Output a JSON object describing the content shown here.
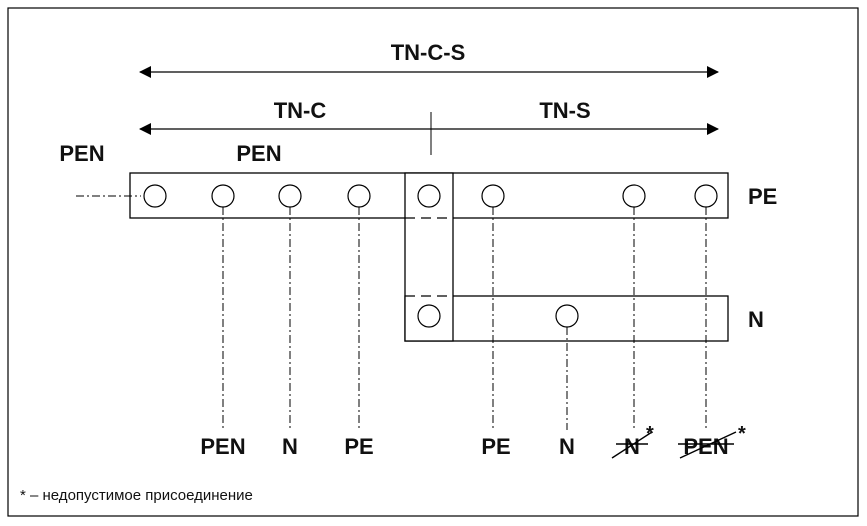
{
  "labels": {
    "tn_c_s": "TN-C-S",
    "tn_c": "TN-C",
    "tn_s": "TN-S",
    "pen_left": "PEN",
    "pen_bus": "PEN",
    "pe_bus": "PE",
    "n_bus": "N"
  },
  "bottom_labels": [
    "PEN",
    "N",
    "PE",
    "PE",
    "N",
    "N",
    "PEN"
  ],
  "asterisk": "*",
  "footnote": "* – недопустимое присоединение"
}
